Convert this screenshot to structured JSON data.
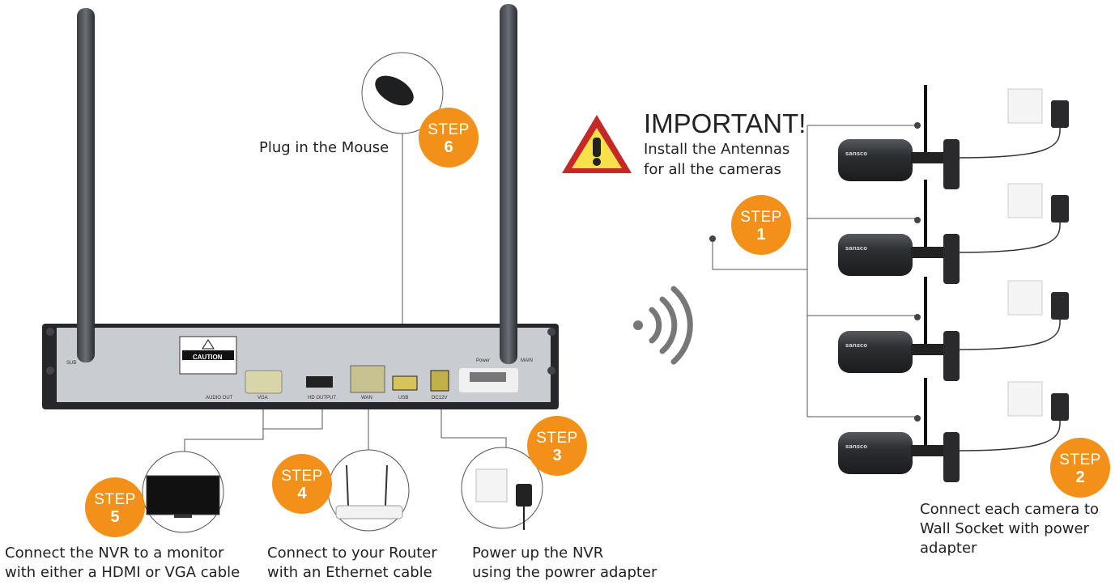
{
  "nvr": {
    "caution": "CAUTION",
    "ports": {
      "audio": "AUDIO OUT",
      "vga": "VGA",
      "hdmi": "HD OUTPUT",
      "wan": "WAN",
      "usb": "USB",
      "dc": "DC12V",
      "power": "Power",
      "sub": "SUB",
      "main": "MAIN"
    }
  },
  "steps": [
    {
      "word": "STEP",
      "num": "1"
    },
    {
      "word": "STEP",
      "num": "2"
    },
    {
      "word": "STEP",
      "num": "3"
    },
    {
      "word": "STEP",
      "num": "4"
    },
    {
      "word": "STEP",
      "num": "5"
    },
    {
      "word": "STEP",
      "num": "6"
    }
  ],
  "important": {
    "title": "IMPORTANT!",
    "line1": "Install the Antennas",
    "line2": "for all the cameras"
  },
  "captions": {
    "mouse": "Plug in the Mouse",
    "monitor": [
      "Connect the NVR to a monitor",
      "with either a HDMI or VGA cable"
    ],
    "router": [
      "Connect to your Router",
      "with an  Ethernet cable"
    ],
    "power": [
      "Power up the NVR",
      "using the powrer adapter"
    ],
    "cameras": [
      "Connect each camera to",
      "Wall Socket with power",
      "adapter"
    ]
  },
  "camera_brand": "sansco",
  "colors": {
    "accent": "#f39019",
    "line": "#555555",
    "device": "#2b2d30"
  }
}
